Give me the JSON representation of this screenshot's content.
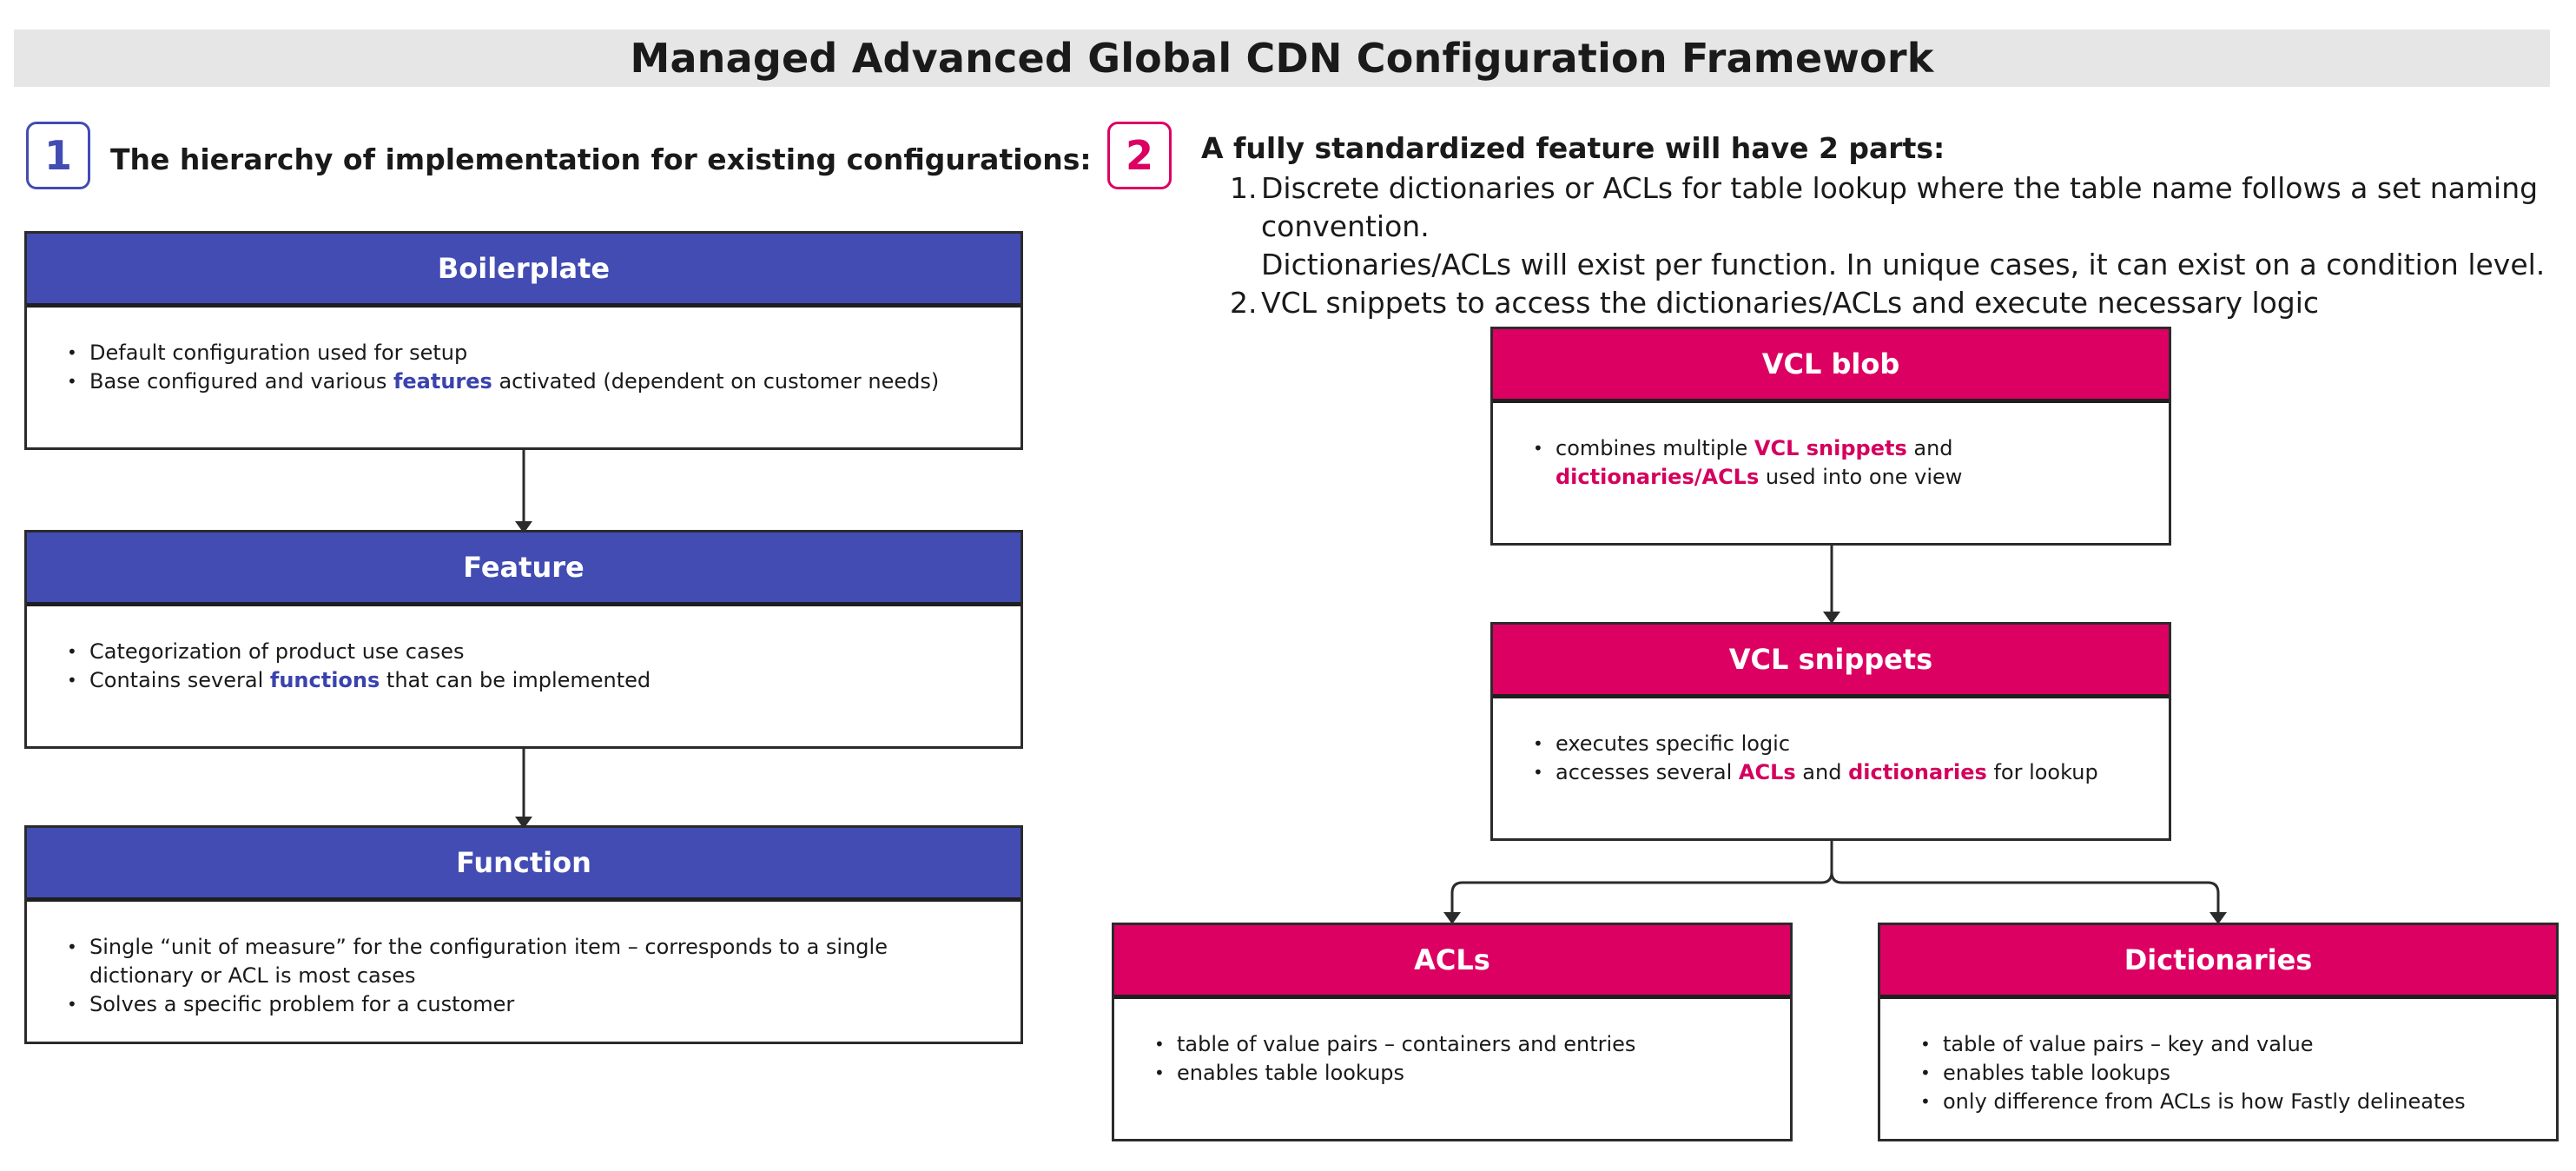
{
  "title": "Managed Advanced Global CDN Configuration Framework",
  "colors": {
    "blue": "#424cb3",
    "pink": "#dc0062",
    "title_bg": "#e6e6e6"
  },
  "section1": {
    "number": "1",
    "heading": "The hierarchy of implementation for existing configurations:",
    "boxes": [
      {
        "title": "Boilerplate",
        "bullets": [
          [
            "Default configuration used for setup"
          ],
          [
            "Base configured and various ",
            "features",
            " activated (dependent on customer needs)"
          ]
        ]
      },
      {
        "title": "Feature",
        "bullets": [
          [
            "Categorization of product use cases"
          ],
          [
            "Contains several ",
            "functions",
            " that can be implemented"
          ]
        ]
      },
      {
        "title": "Function",
        "bullets": [
          [
            "Single “unit of measure” for the configuration item – corresponds to a single dictionary or ACL is most cases"
          ],
          [
            "Solves a specific problem for a customer"
          ]
        ]
      }
    ]
  },
  "section2": {
    "number": "2",
    "heading": "A fully standardized feature will have 2 parts:",
    "items": [
      {
        "num": "1.",
        "line1": "Discrete dictionaries or ACLs for table lookup where the table name follows a set naming convention.",
        "line2": "Dictionaries/ACLs will exist per function. In unique cases, it can exist on a condition level."
      },
      {
        "num": "2.",
        "line1": "VCL snippets to access the dictionaries/ACLs and execute necessary logic"
      }
    ],
    "vcl_blob": {
      "title": "VCL blob",
      "bullet": [
        "combines multiple ",
        "VCL snippets",
        " and ",
        "dictionaries/ACLs",
        " used into one view"
      ]
    },
    "vcl_snippets": {
      "title": "VCL snippets",
      "bullets": [
        [
          "executes specific logic"
        ],
        [
          "accesses several ",
          "ACLs",
          " and ",
          "dictionaries",
          " for lookup"
        ]
      ]
    },
    "acls": {
      "title": "ACLs",
      "bullets": [
        "table of value pairs – containers and entries",
        "enables table lookups"
      ]
    },
    "dictionaries": {
      "title": "Dictionaries",
      "bullets": [
        "table of value pairs – key and value",
        "enables table lookups",
        "only difference from ACLs is how Fastly delineates"
      ]
    }
  }
}
